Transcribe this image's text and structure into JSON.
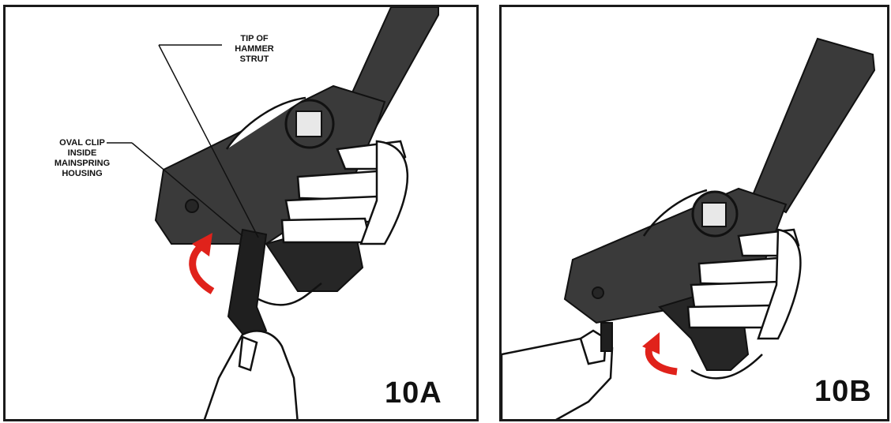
{
  "panels": [
    {
      "id": "10A",
      "label": "10A",
      "callouts": [
        {
          "text": "TIP OF\nHAMMER\nSTRUT"
        },
        {
          "text": "OVAL CLIP\nINSIDE\nMAINSPRING\nHOUSING"
        }
      ]
    },
    {
      "id": "10B",
      "label": "10B",
      "callouts": []
    }
  ],
  "colors": {
    "frame": "#1a1a1a",
    "pistol": "#3a3a3a",
    "pistol_dark": "#262626",
    "hand_outline": "#111111",
    "arrow": "#e0221b"
  }
}
